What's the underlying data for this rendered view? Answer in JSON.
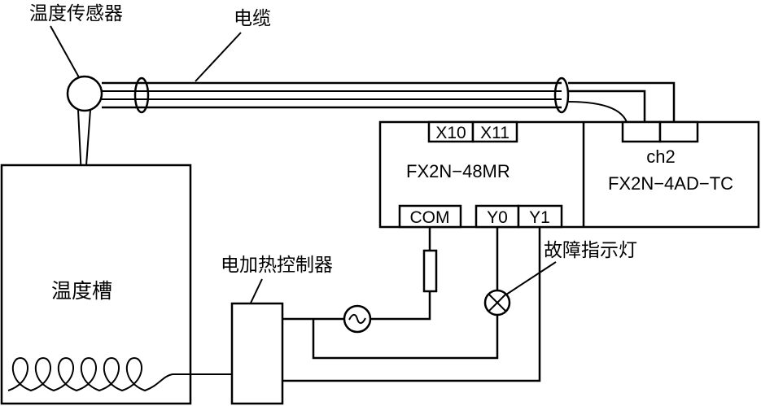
{
  "labels": {
    "sensor": "温度传感器",
    "cable": "电缆",
    "tank": "温度槽",
    "heater_controller": "电加热控制器",
    "fault_lamp": "故障指示灯"
  },
  "plc": {
    "model": "FX2N−48MR",
    "inputs": [
      "X10",
      "X11"
    ],
    "com": "COM",
    "outputs": [
      "Y0",
      "Y1"
    ]
  },
  "ad_module": {
    "channel": "ch2",
    "model": "FX2N−4AD−TC"
  }
}
